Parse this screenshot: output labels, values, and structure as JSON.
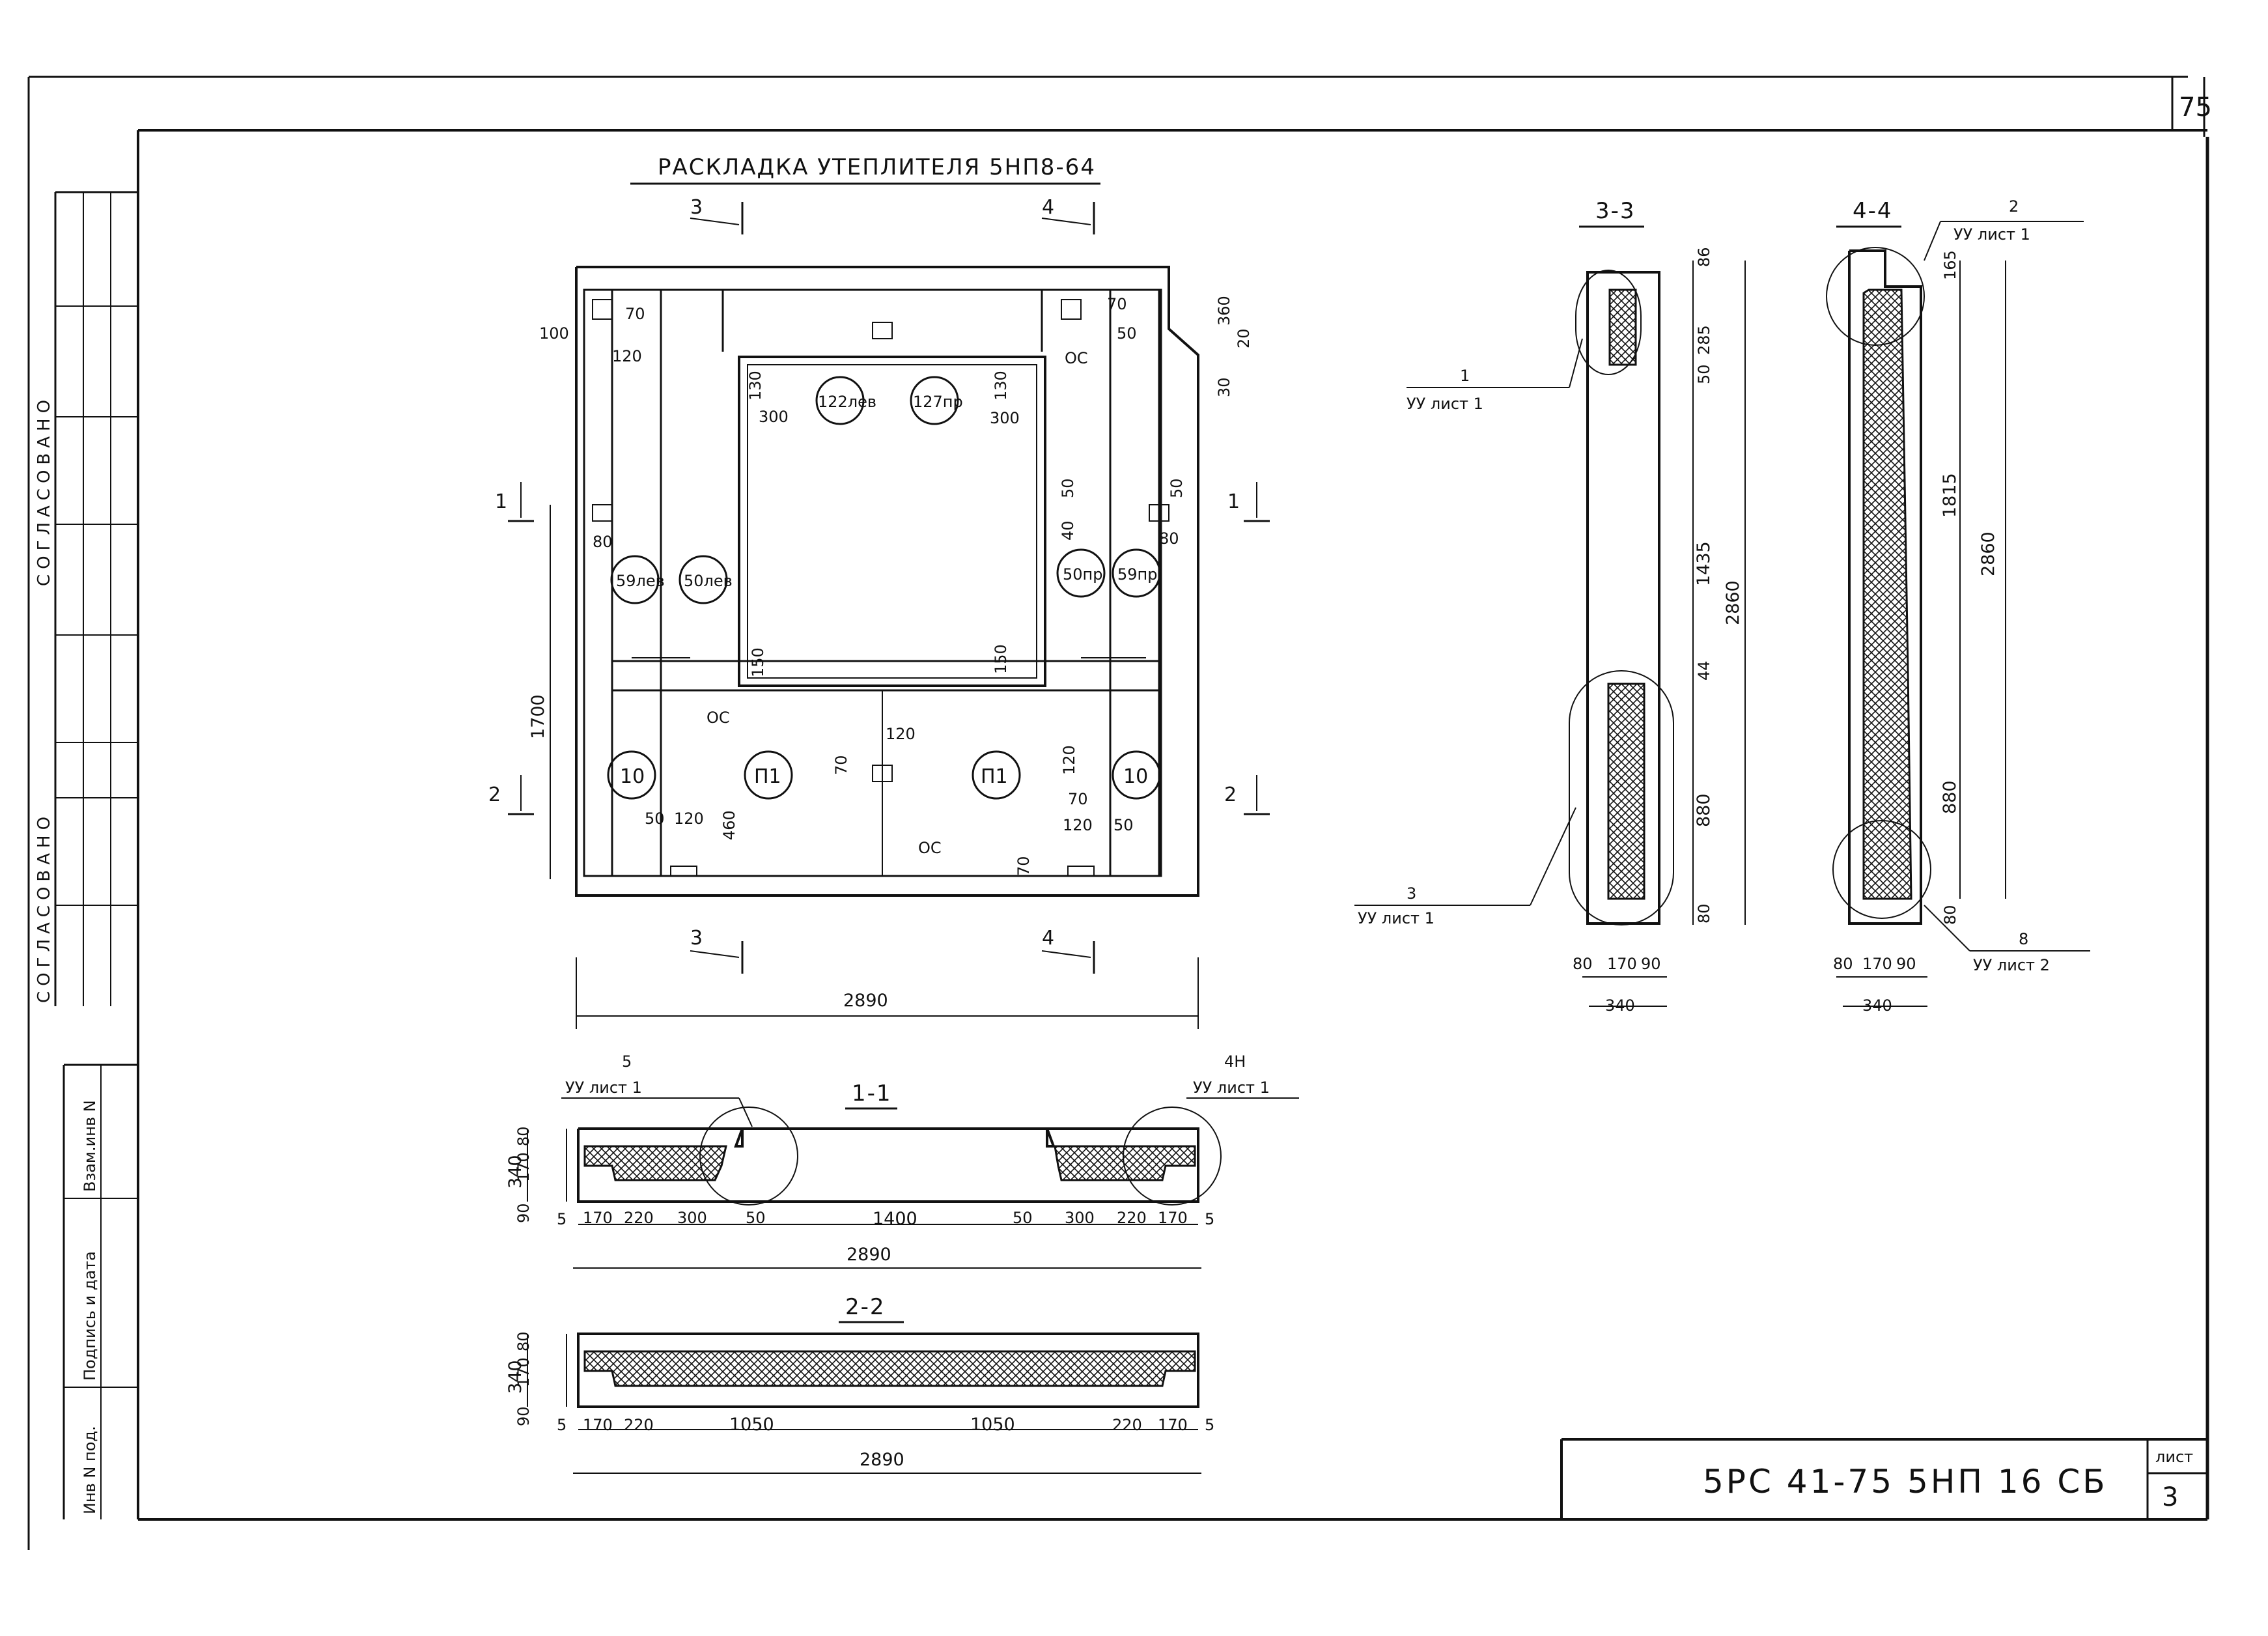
{
  "sheet": {
    "series_number": "75",
    "drawing_code": "5РС 41-75 5НП 16 СБ",
    "sheet_label": "лист",
    "sheet_number": "3"
  },
  "side_stamps": {
    "agreed_top": "СОГЛАСОВАНО",
    "agreed_bottom": "СОГЛАСОВАНО",
    "inv_replace": "Взам.инв N",
    "sign_date": "Подпись и дата",
    "inv_original": "Инв N под."
  },
  "plan": {
    "title": "РАСКЛАДКА УТЕПЛИТЕЛЯ 5НП8-64",
    "section_marks": [
      "3",
      "4",
      "1",
      "2"
    ],
    "labels": {
      "m122": "122лев",
      "m127": "127пр",
      "m59l": "59лев",
      "m50l": "50лев",
      "m50r": "50пр",
      "m59r": "59пр",
      "m10l": "10",
      "m10r": "10",
      "p1l": "П1",
      "p1r": "П1",
      "oc": "ОС"
    },
    "dims": {
      "d100": "100",
      "d70": "70",
      "d120": "120",
      "d50": "50",
      "d360": "360",
      "d20": "20",
      "d30": "30",
      "d130": "130",
      "d300": "300",
      "d80": "80",
      "d40": "40",
      "d150": "150",
      "d1700": "1700",
      "d460": "460",
      "d2890": "2890"
    }
  },
  "sec11": {
    "title": "1-1",
    "callout_left_num": "5",
    "callout_left_ref": "УУ лист 1",
    "callout_right_num": "4Н",
    "callout_right_ref": "УУ лист 1",
    "vdims": [
      "340",
      "80",
      "170",
      "90"
    ],
    "hdims": [
      "5",
      "170",
      "220",
      "300",
      "50",
      "1400",
      "50",
      "300",
      "220",
      "170",
      "5"
    ],
    "total": "2890"
  },
  "sec22": {
    "title": "2-2",
    "vdims": [
      "340",
      "80",
      "170",
      "90"
    ],
    "hdims": [
      "5",
      "170",
      "220",
      "1050",
      "1050",
      "220",
      "170",
      "5"
    ],
    "total": "2890"
  },
  "sec33": {
    "title": "3-3",
    "callout1_num": "1",
    "callout1_ref": "УУ лист 1",
    "callout3_num": "3",
    "callout3_ref": "УУ лист 1",
    "vdims": [
      "86",
      "285",
      "50",
      "1435",
      "44",
      "880",
      "80"
    ],
    "total": "2860",
    "bdims": [
      "80",
      "170",
      "90"
    ],
    "bottom": "340"
  },
  "sec44": {
    "title": "4-4",
    "callout2_num": "2",
    "callout2_ref": "УУ лист 1",
    "callout8_num": "8",
    "callout8_ref": "УУ лист 2",
    "vdims": [
      "165",
      "1815",
      "880",
      "80"
    ],
    "total": "2860",
    "bdims": [
      "80",
      "170",
      "90"
    ],
    "bottom": "340"
  }
}
